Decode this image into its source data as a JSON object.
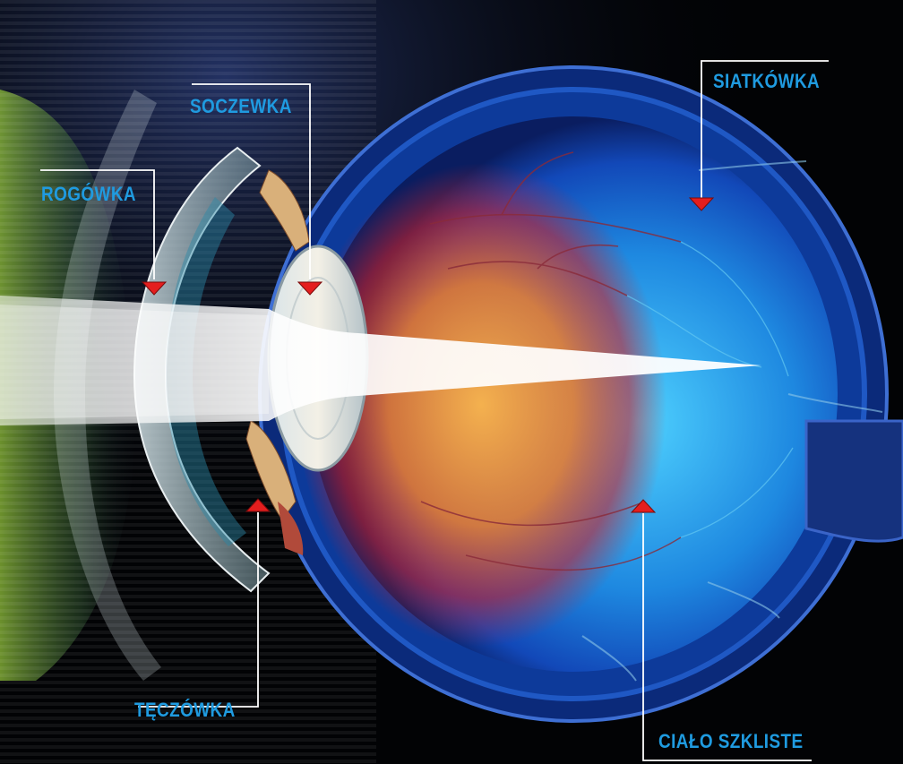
{
  "labels": {
    "cornea": "ROGÓWKA",
    "lens": "SOCZEWKA",
    "retina": "SIATKÓWKA",
    "iris": "TĘCZÓWKA",
    "vitreous": "CIAŁO SZKLISTE"
  },
  "colors": {
    "label_text": "#1f9be0",
    "leader_line": "#ffffff",
    "marker": "#e41e1e",
    "background": "#020305"
  }
}
